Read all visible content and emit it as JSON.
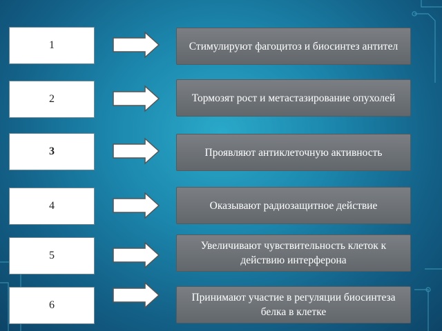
{
  "items": [
    {
      "number": "1",
      "description": "Стимулируют фагоцитоз и биосинтез антител"
    },
    {
      "number": "2",
      "description": "Тормозят рост и метастазирование опухолей"
    },
    {
      "number": "3",
      "description": "Проявляют антиклеточную активность"
    },
    {
      "number": "4",
      "description": "Оказывают радиозащитное действие"
    },
    {
      "number": "5",
      "description": "Увеличивают чувствительность клеток к действию интерферона"
    },
    {
      "number": "6",
      "description": "Принимают участие в регуляции биосинтеза белка в клетке"
    }
  ],
  "colors": {
    "background": "#1c87ad",
    "number_box": "#ffffff",
    "description_box": "#6e7378",
    "arrow_fill": "#ffffff",
    "arrow_stroke": "#555555"
  }
}
